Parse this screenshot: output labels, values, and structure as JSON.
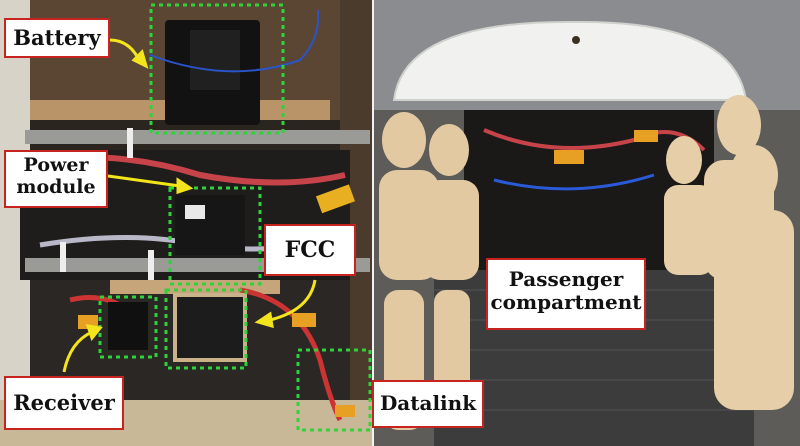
{
  "labels": {
    "battery": "Battery",
    "power_module_line1": "Power",
    "power_module_line2": "module",
    "fcc": "FCC",
    "receiver": "Receiver",
    "datalink": "Datalink",
    "passenger_line1": "Passenger",
    "passenger_line2": "compartment"
  },
  "colors": {
    "label_border": "#c7241f",
    "highlight_box": "#2fd23a",
    "arrow": "#f4e41c"
  }
}
